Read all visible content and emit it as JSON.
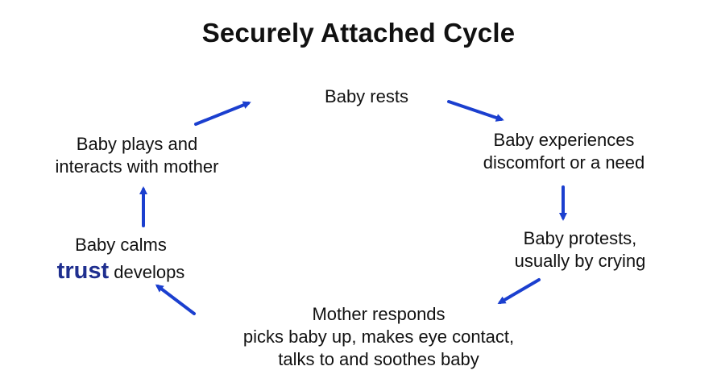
{
  "title": "Securely Attached Cycle",
  "colors": {
    "arrow": "#1b3fcf",
    "trust": "#1f2f8f",
    "text": "#111111"
  },
  "nodes": {
    "rests": {
      "line1": "Baby rests"
    },
    "discomfort": {
      "line1": "Baby experiences",
      "line2": "discomfort or a need"
    },
    "protests": {
      "line1": "Baby protests,",
      "line2": "usually by crying"
    },
    "mother": {
      "line1": "Mother responds",
      "line2": "picks baby up, makes eye contact,",
      "line3": "talks to and soothes baby"
    },
    "calms": {
      "line1": "Baby calms",
      "emphasis": "trust",
      "rest": " develops"
    },
    "plays": {
      "line1": "Baby plays and",
      "line2": "interacts with mother"
    }
  }
}
